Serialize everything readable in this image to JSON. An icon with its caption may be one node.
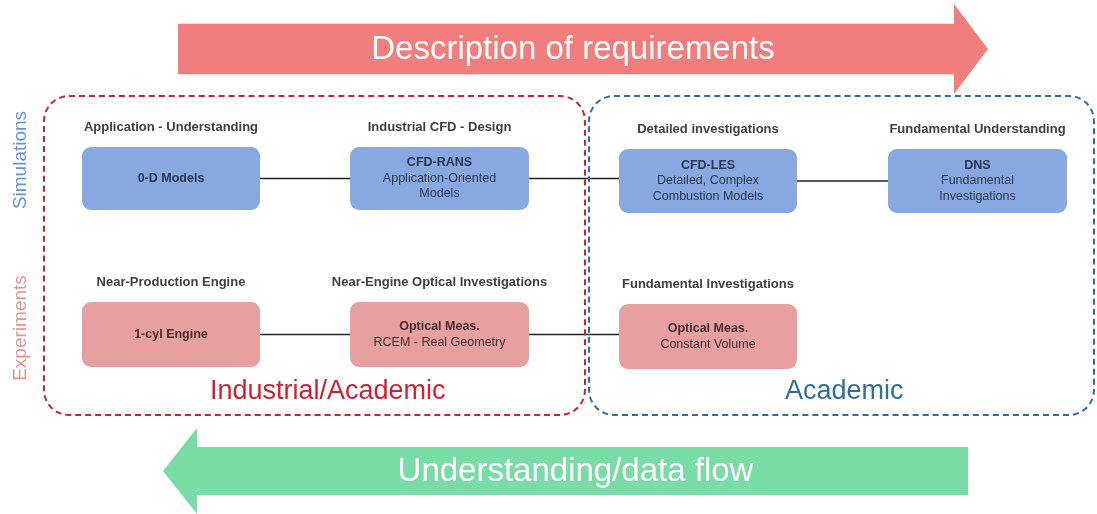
{
  "diagram": {
    "nodes": [
      {
        "text": [
          "Description of requirements"
        ]
      },
      {
        "text": [
          "Industrial/Academic"
        ]
      },
      {
        "text": [
          "Academic"
        ]
      },
      {
        "text": [
          "Application - Understanding",
          "0-D Models"
        ],
        "in": 1
      },
      {
        "text": [
          "Industrial CFD - Design",
          "CFD-RANS",
          "Application-Oriented Models"
        ],
        "in": 1
      },
      {
        "text": [
          "Detailed investigations",
          "CFD-LES",
          "Detailed, Complex Combustion Models"
        ],
        "in": 2
      },
      {
        "text": [
          "Fundamental Understanding",
          "DNS",
          "Fundamental Investigations"
        ],
        "in": 2
      },
      {
        "text": [
          "Near-Production Engine",
          "1-cyl Engine"
        ],
        "in": 1
      },
      {
        "text": [
          "Near-Engine Optical Investigations",
          "Optical Meas.",
          "RCEM - Real Geometry"
        ],
        "in": 1
      },
      {
        "text": [
          "Fundamental Investigations",
          "Optical Meas.",
          "Constant Volume"
        ],
        "in": 2
      },
      {
        "text": [
          "Understanding/data flow"
        ]
      }
    ],
    "edges": [
      {
        "from": 3,
        "to": 4,
        "arrow": "none"
      },
      {
        "from": 4,
        "to": 5,
        "arrow": "none"
      },
      {
        "from": 5,
        "to": 6,
        "arrow": "none"
      },
      {
        "from": 7,
        "to": 8,
        "arrow": "none"
      },
      {
        "from": 8,
        "to": 9,
        "arrow": "none"
      }
    ],
    "labels": [
      "Simulations",
      "Experiments"
    ]
  }
}
